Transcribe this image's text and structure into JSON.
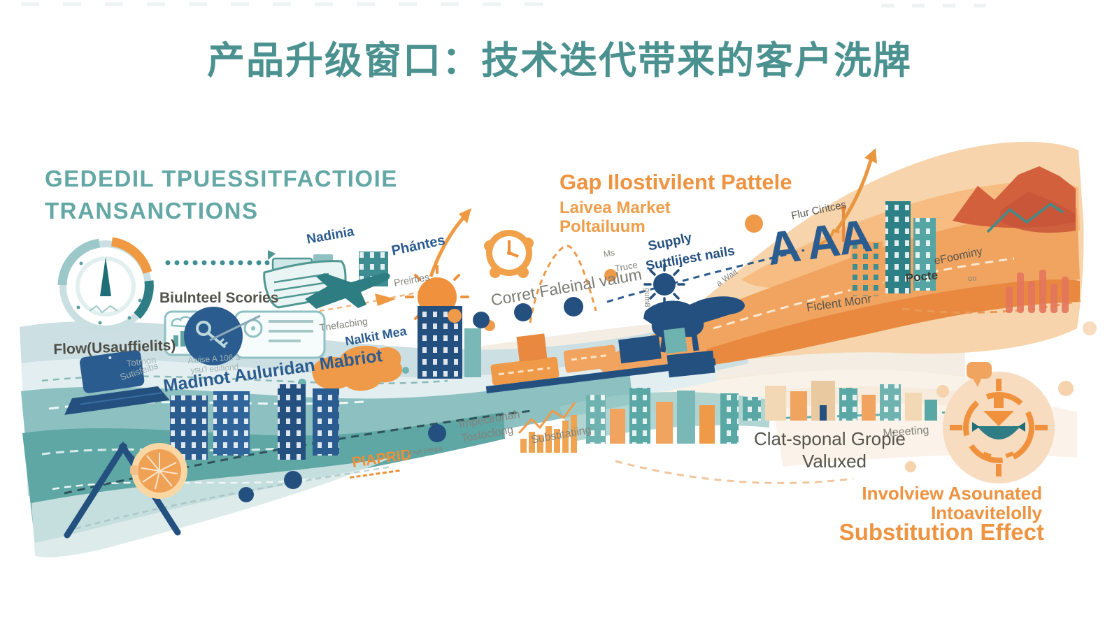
{
  "title": "产品升级窗口：技术迭代带来的客户洗牌",
  "palette": {
    "teal": "#4f9793",
    "teal_light": "#cfe2e4",
    "navy": "#2b5c8f",
    "orange": "#ef923d",
    "orange_deep": "#e8893f",
    "coral": "#d2603d",
    "gray_text": "#82827a",
    "dark_text": "#54544c"
  },
  "left": {
    "heading_line1": "GEDEDIL TPUESSITFACTIOIE",
    "heading_line2": "TRANSANCTIONS",
    "ship_label": "Nadinia",
    "plane_label": "Phántes",
    "plane_sublabel": "Preirties",
    "cards_label": "Biulnteel Scories",
    "flow_label": "Flow(Usauffielits)",
    "faint_1": "Totmon",
    "faint_2": "Sutisfeibs",
    "faint_3": "Awise A 106 a",
    "faint_4": "ysu'l edifiond",
    "market_label": "Madinot Auluridan Mabriot",
    "map_label": "Nalkit Mea",
    "map_sublabel": "Tnefacbing"
  },
  "middle": {
    "heading": "Gap Ilostivilent Pattele",
    "subheading_line1": "Laivea Market",
    "subheading_line2": "Poltailuum",
    "supply_small_1": "Ms",
    "supply_small_2": "Truce",
    "supply_line1": "Supply",
    "supply_line2": "Suttlijest nails",
    "curve_label": "Corret Faleinal valum",
    "rotated_small": "gum8",
    "wait_label": "a Wait",
    "impel_line1": "Impeclronah",
    "impel_line2": "Tosloclong",
    "substit_label": "Substitatiing",
    "piaprid_label": "PIAPRID",
    "piaprid_note": "Binsyt Erthjlia",
    "letters": "A AA"
  },
  "right": {
    "cirt_label": "Flur Ciritces",
    "ficlent_label": "Ficlent Monr",
    "pocte_label": "Pocte",
    "efoom_label": "eFoominy",
    "efoom_small": "on",
    "meeting_label": "Meeeting",
    "clat_line1": "Clat-sponal Gropie",
    "clat_line2": "Valuxed",
    "involview_line1": "Involview Asounated",
    "involview_line2": "Intoavitelolly",
    "substitution_label": "Substitution Effect"
  }
}
